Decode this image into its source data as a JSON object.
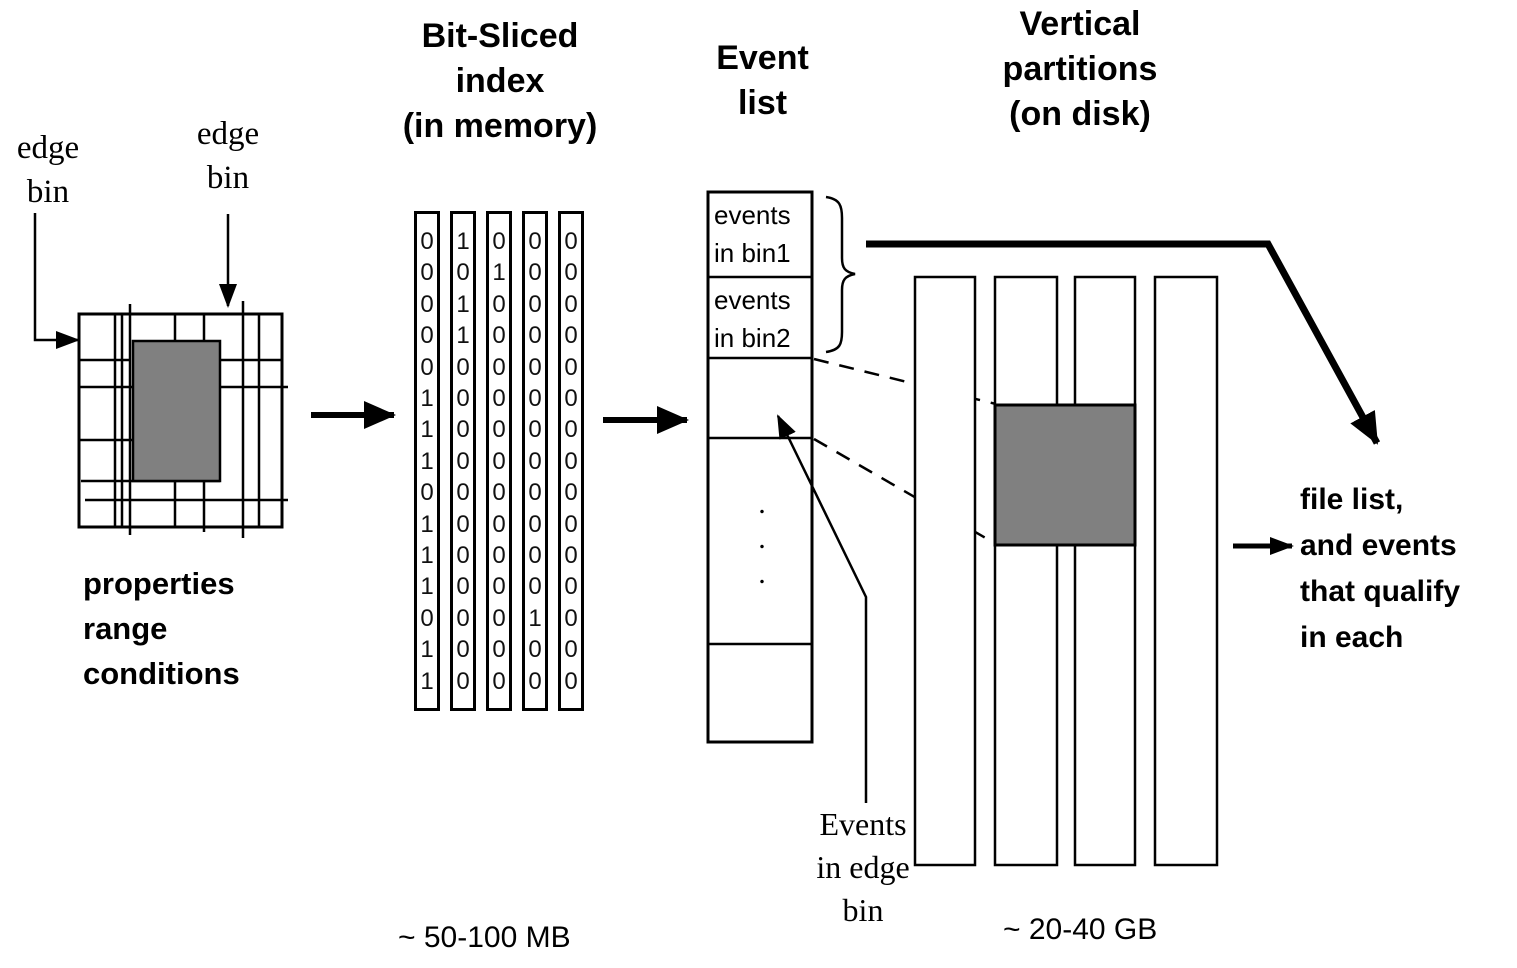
{
  "titles": {
    "bit_sliced_index": "Bit-Sliced\nindex\n(in memory)",
    "event_list": "Event\nlist",
    "vertical_partitions": "Vertical\npartitions\n(on disk)"
  },
  "labels": {
    "edge_bin_left": "edge\nbin",
    "edge_bin_top": "edge\nbin",
    "properties_range": "properties\nrange\nconditions",
    "index_size": "~ 50-100 MB",
    "partitions_size": "~ 20-40 GB",
    "events_in_edge_bin": "Events\nin edge\nbin",
    "file_list": "file list,\nand events\nthat qualify\nin each"
  },
  "event_list": {
    "bins": [
      "events\nin bin1",
      "events\nin bin2"
    ],
    "ellipsis": ".\n.\n."
  },
  "bit_index": {
    "columns": [
      "000001110111011",
      "101100000000000",
      "010000000000000",
      "000000000000100",
      "000000000000000"
    ]
  },
  "colors": {
    "highlight_gray": "#808080",
    "line_black": "#000000"
  }
}
